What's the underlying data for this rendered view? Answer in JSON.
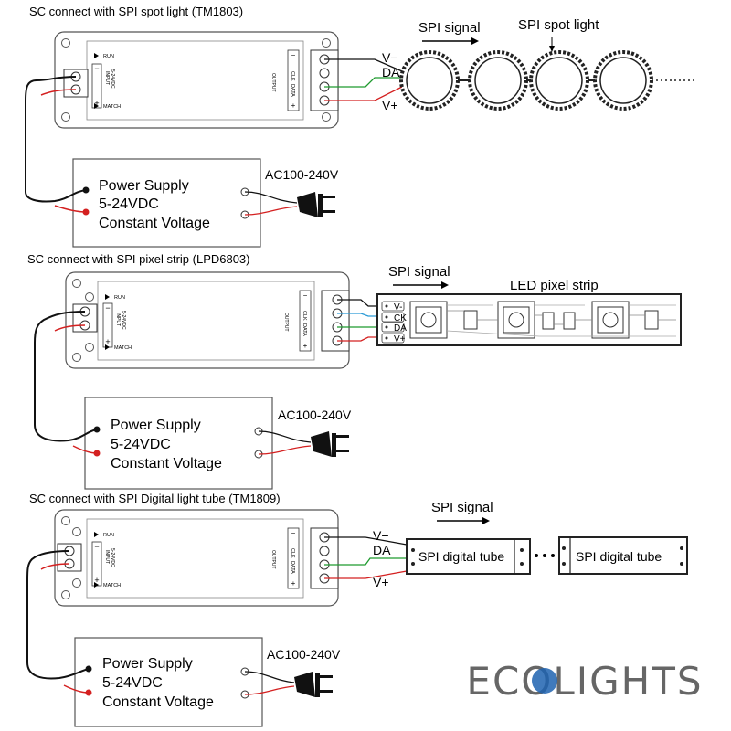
{
  "sections": [
    {
      "title": "SC connect with SPI spot light (TM1803)",
      "signal_label": "SPI signal",
      "device_label": "SPI spot light",
      "wire_labels": [
        "V−",
        "DA",
        "V+"
      ]
    },
    {
      "title": "SC connect with SPI pixel strip (LPD6803)",
      "signal_label": "SPI signal",
      "device_label": "LED pixel strip",
      "wire_labels": [
        "V-",
        "CK",
        "DA",
        "V+"
      ]
    },
    {
      "title": "SC connect with SPI Digital light tube (TM1809)",
      "signal_label": "SPI signal",
      "device_label": "SPI digital tube",
      "wire_labels": [
        "V−",
        "DA",
        "V+"
      ]
    }
  ],
  "controller": {
    "run": "RUN",
    "match": "MATCH",
    "input_label": "INPUT",
    "input_voltage": "5-24VDC",
    "minus": "−",
    "plus": "+",
    "output_label": "OUTPUT",
    "data": "DATA",
    "clk": "CLK"
  },
  "power_supply": {
    "line1": "Power Supply",
    "line2": "5-24VDC",
    "line3": "Constant Voltage",
    "ac_label": "AC100-240V"
  },
  "logo": {
    "text": "ECOLIGHTS"
  },
  "colors": {
    "wire_red": "#d42020",
    "wire_green": "#1e9a2e",
    "wire_blue": "#2a9ad6",
    "wire_black": "#111111",
    "logo_gray": "#666666",
    "logo_blue": "#1e63b0"
  }
}
